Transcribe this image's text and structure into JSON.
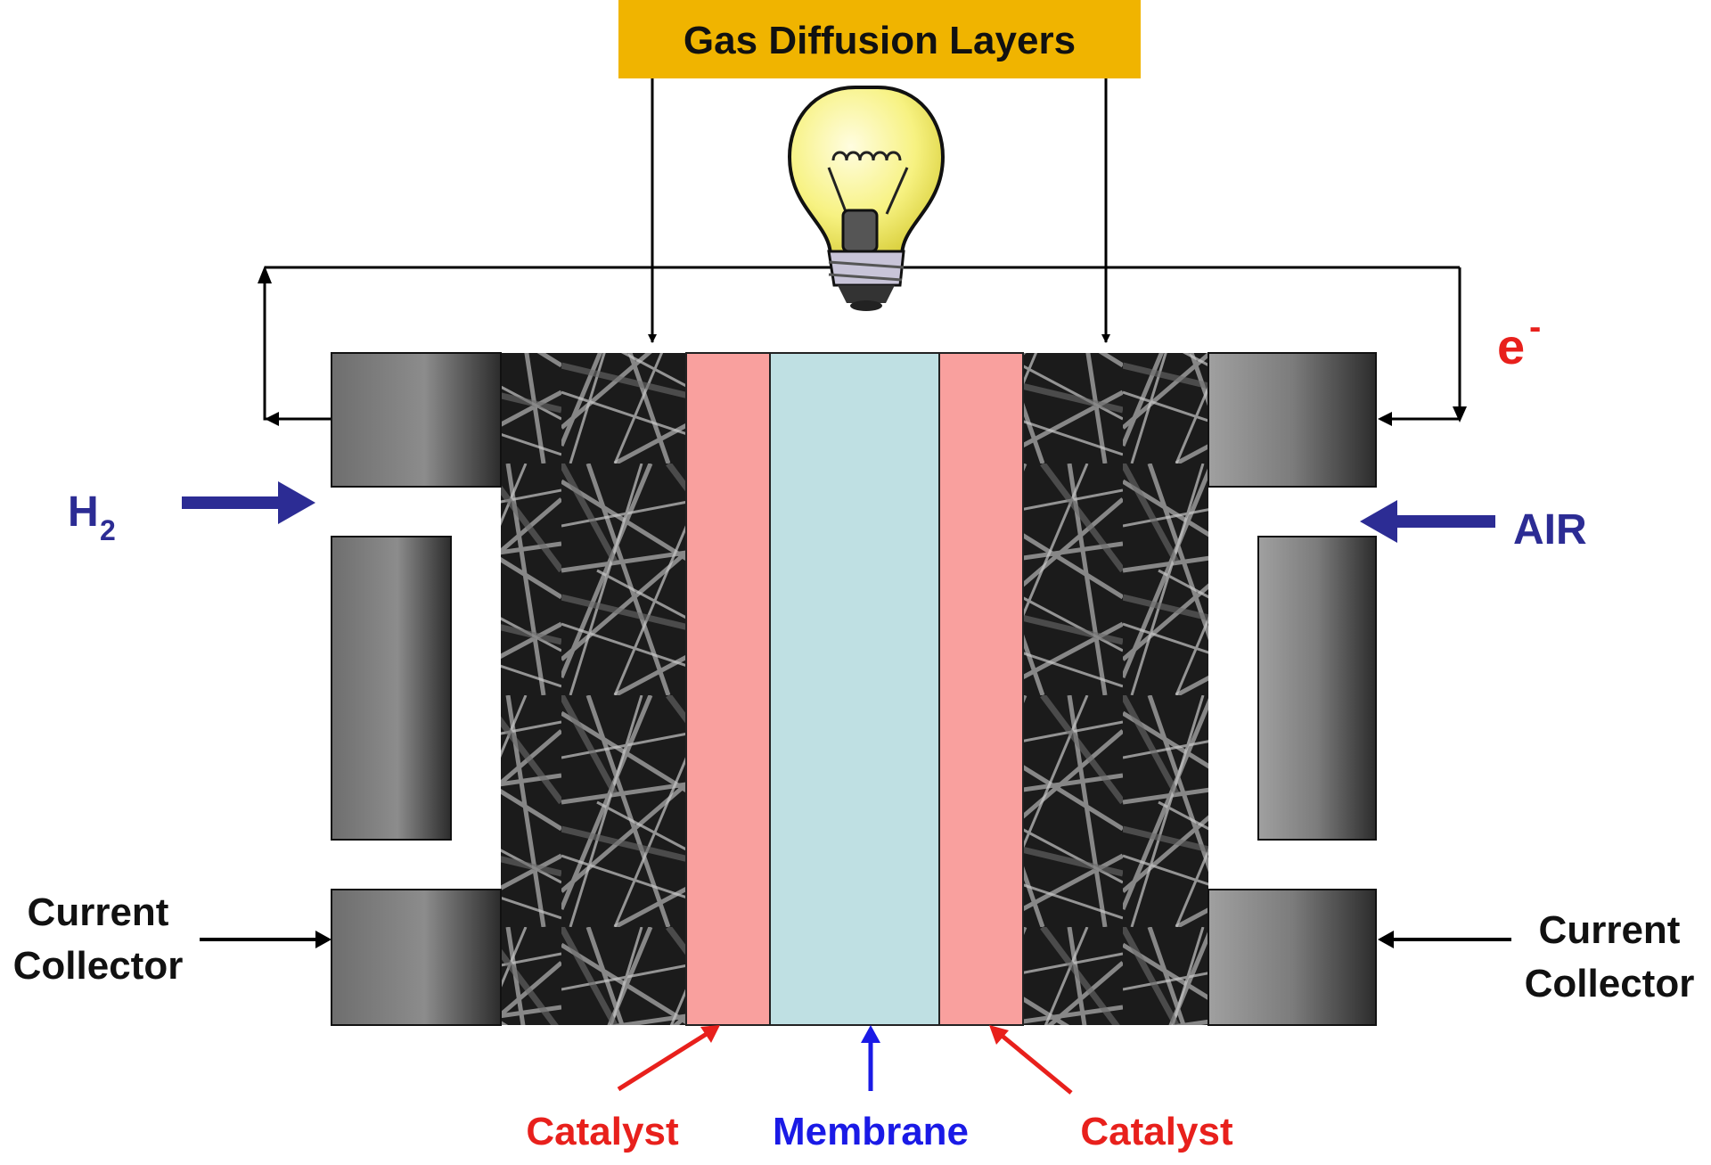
{
  "title": "Gas Diffusion Layers",
  "labels": {
    "electron": "e",
    "electron_sup": "-",
    "hydrogen": "H",
    "hydrogen_sub": "2",
    "air": "AIR",
    "current_collector_left_1": "Current",
    "current_collector_left_2": "Collector",
    "current_collector_right_1": "Current",
    "current_collector_right_2": "Collector",
    "catalyst_left": "Catalyst",
    "membrane": "Membrane",
    "catalyst_right": "Catalyst"
  },
  "colors": {
    "title_box": "#F0B400",
    "catalyst": "#F9A09E",
    "membrane": "#BFE0E3",
    "electron": "#E8201C",
    "gas": "#2C2C94",
    "catalyst_text": "#E8201C",
    "membrane_text": "#1A1AE6",
    "bulb": "#F5F080"
  },
  "icons": {
    "bulb": "light-bulb-icon"
  }
}
